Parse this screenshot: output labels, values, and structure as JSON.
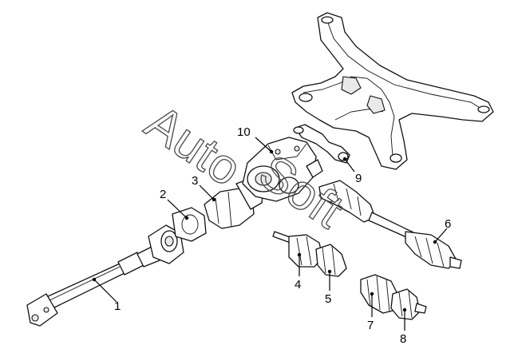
{
  "watermark": {
    "word1": "Auto",
    "word2": "Soft"
  },
  "callouts": [
    {
      "label": "1"
    },
    {
      "label": "2"
    },
    {
      "label": "3"
    },
    {
      "label": "4"
    },
    {
      "label": "5"
    },
    {
      "label": "6"
    },
    {
      "label": "7"
    },
    {
      "label": "8"
    },
    {
      "label": "9"
    },
    {
      "label": "10"
    }
  ]
}
